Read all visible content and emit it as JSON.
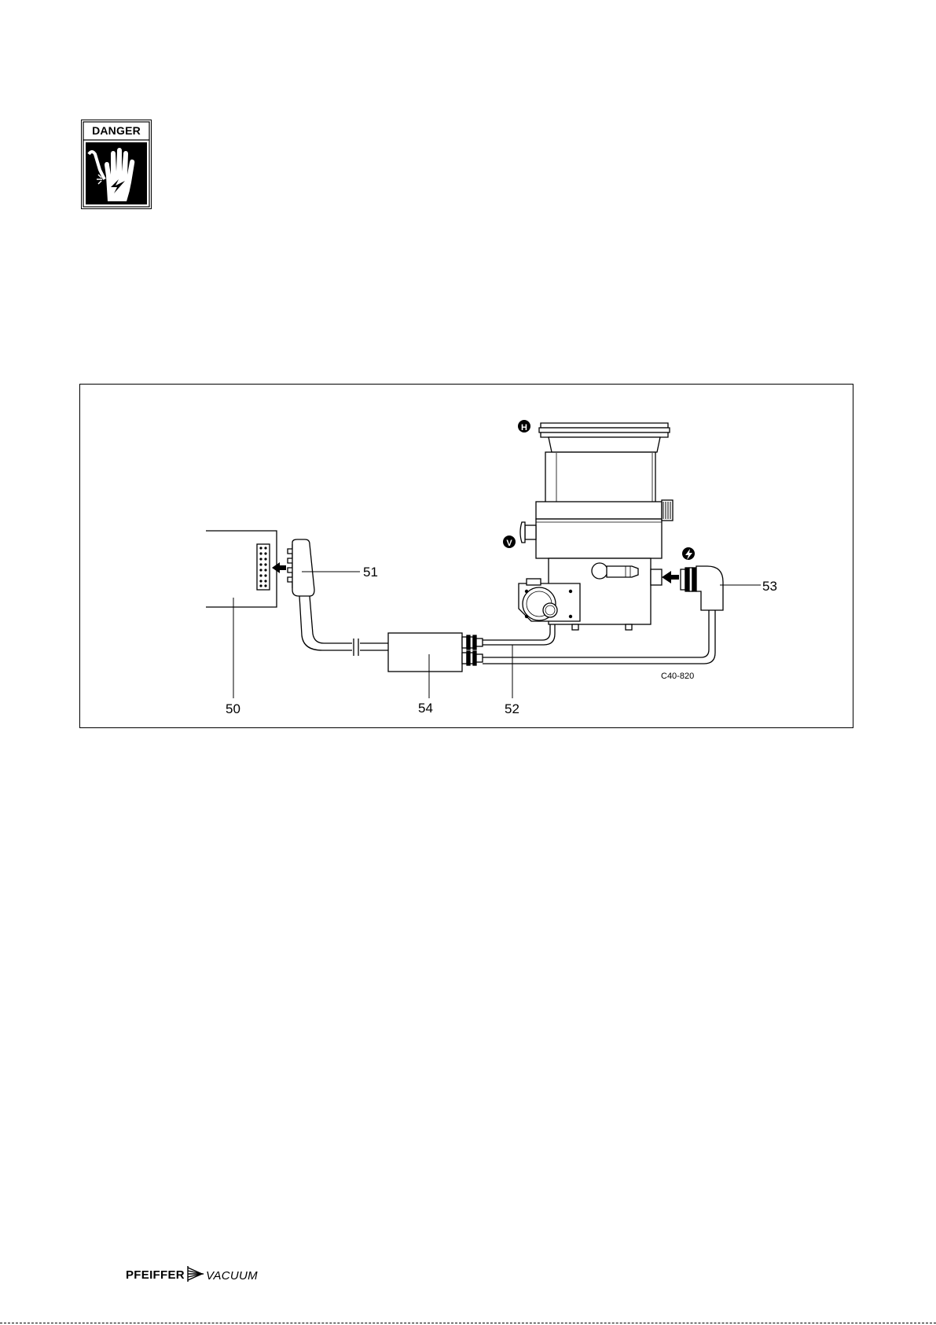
{
  "warning": {
    "label": "DANGER",
    "icon": "electric-shock-hand-icon"
  },
  "figure": {
    "callouts": {
      "c50": "50",
      "c51": "51",
      "c52": "52",
      "c53": "53",
      "c54": "54"
    },
    "symbols": {
      "high_vacuum": "H",
      "fore_vacuum": "V"
    },
    "drawing_code": "C40-820"
  },
  "footer": {
    "brand": "PFEIFFER",
    "brand_suffix": "VACUUM"
  }
}
